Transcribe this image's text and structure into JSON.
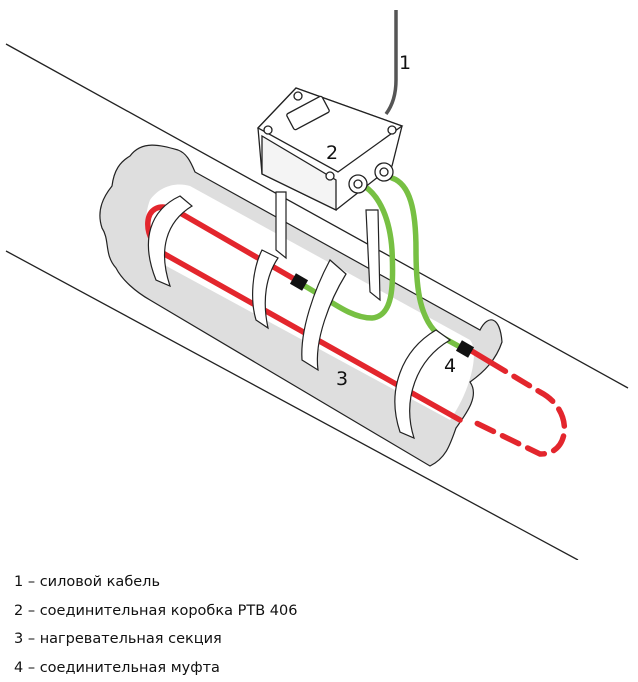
{
  "callouts": {
    "power_cable": "1",
    "junction_box": "2",
    "heating_section": "3",
    "coupling": "4"
  },
  "legend": [
    "1 – силовой кабель",
    "2 – соединительная коробка PTB 406",
    "3 – нагревательная секция",
    "4 – соединительная муфта"
  ],
  "colors": {
    "heating_cable": "#e3262d",
    "cold_lead": "#77c043",
    "insulation": "#dcdcdc",
    "outline": "#222222",
    "coupling": "#111111"
  }
}
